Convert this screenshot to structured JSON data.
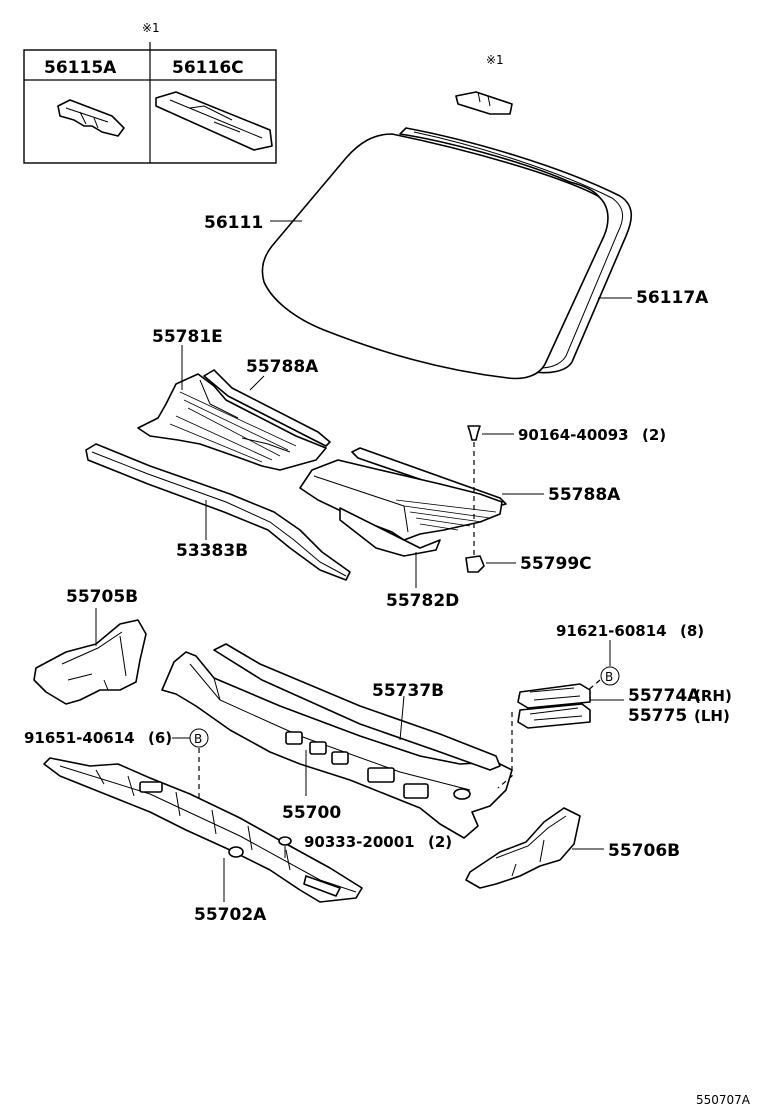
{
  "inset_table": {
    "note_mark": "※1",
    "col1": "56115A",
    "col2": "56116C"
  },
  "labels": {
    "note_mark_top": "※1",
    "windshield_glass": "56111",
    "moulding": "56117A",
    "cowl_louver_lh": "55781E",
    "seal_left": "55788A",
    "bolt": "90164-40093",
    "bolt_qty": "(2)",
    "seal_right": "55788A",
    "seal_lower": "53383B",
    "nut": "55799C",
    "cowl_louver_rh": "55782D",
    "bracket_left": "55705B",
    "screw_b": "91621-60814",
    "screw_b_qty": "(8)",
    "b_mark_right": "B",
    "cowl_panel_outer": "55737B",
    "brace_rh": "55774A",
    "brace_rh_side": "(RH)",
    "brace_lh": "55775",
    "brace_lh_side": "(LH)",
    "screw_left": "91651-40614",
    "screw_left_qty": "(6)",
    "b_mark_left": "B",
    "cowl_panel": "55700",
    "plug": "90333-20001",
    "plug_qty": "(2)",
    "bracket_right": "55706B",
    "cowl_panel_lower": "55702A",
    "figure_code": "550707A"
  }
}
